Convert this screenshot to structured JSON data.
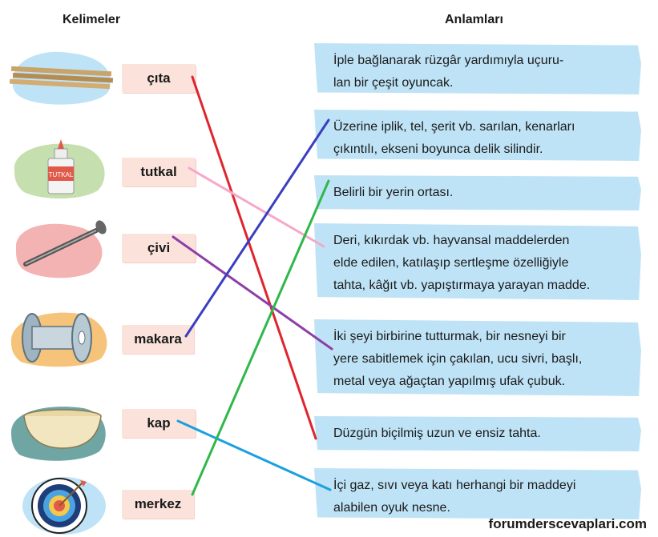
{
  "header": {
    "words": "Kelimeler",
    "meanings": "Anlamları"
  },
  "words": [
    {
      "label": "çıta",
      "icon": "sticks-icon"
    },
    {
      "label": "tutkal",
      "icon": "glue-bottle-icon",
      "bottle_text": "TUTKAL"
    },
    {
      "label": "çivi",
      "icon": "nail-icon"
    },
    {
      "label": "makara",
      "icon": "spool-icon"
    },
    {
      "label": "kap",
      "icon": "bowl-icon"
    },
    {
      "label": "merkez",
      "icon": "target-icon"
    }
  ],
  "meanings": [
    {
      "lines": [
        "İple bağlanarak rüzgâr yardımıyla uçuru-",
        "lan bir çeşit oyuncak."
      ]
    },
    {
      "lines": [
        "Üzerine iplik, tel, şerit vb. sarılan, kenarları",
        "çıkıntılı, ekseni boyunca delik silindir."
      ]
    },
    {
      "lines": [
        "Belirli bir yerin ortası."
      ]
    },
    {
      "lines": [
        "Deri, kıkırdak vb. hayvansal maddelerden",
        "elde edilen, katılaşıp sertleşme özelliğiyle",
        "tahta, kâğıt vb. yapıştırmaya yarayan madde."
      ]
    },
    {
      "lines": [
        "İki şeyi birbirine tutturmak, bir nesneyi bir",
        "yere sabitlemek için çakılan, ucu sivri, başlı,",
        "metal veya ağaçtan yapılmış ufak çubuk."
      ]
    },
    {
      "lines": [
        "Düzgün biçilmiş uzun ve ensiz tahta."
      ]
    },
    {
      "lines": [
        "İçi gaz, sıvı veya katı herhangi bir maddeyi",
        "alabilen oyuk nesne."
      ]
    }
  ],
  "matches": [
    {
      "word": 0,
      "meaning": 5,
      "color": "#e0242c"
    },
    {
      "word": 1,
      "meaning": 3,
      "color": "#f7a8c8"
    },
    {
      "word": 2,
      "meaning": 4,
      "color": "#8e3fa8"
    },
    {
      "word": 3,
      "meaning": 1,
      "color": "#3a3fc0"
    },
    {
      "word": 4,
      "meaning": 6,
      "color": "#1aa0e0"
    },
    {
      "word": 5,
      "meaning": 2,
      "color": "#2fb84a"
    }
  ],
  "credit": "forumderscevaplari.com"
}
